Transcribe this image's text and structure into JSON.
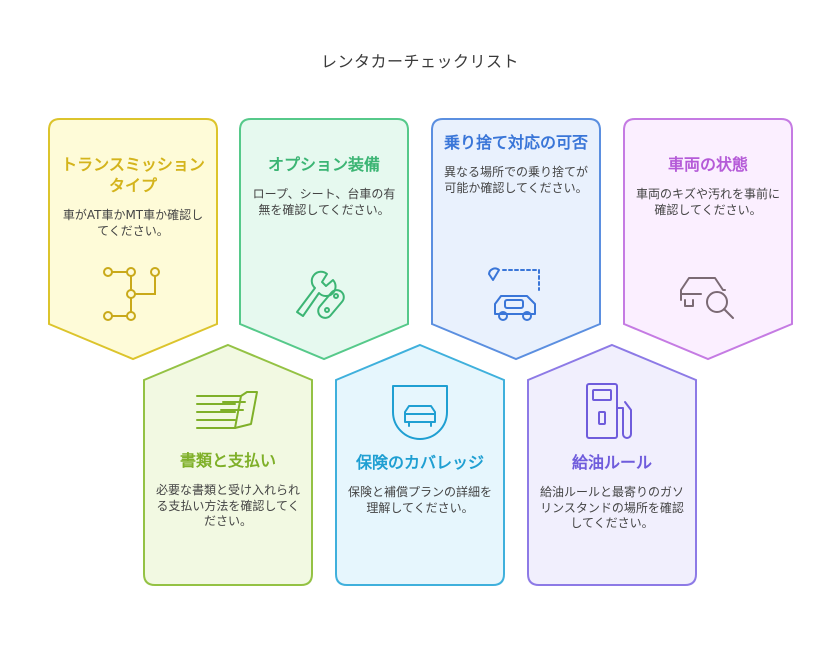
{
  "title": "レンタカーチェックリスト",
  "cards": [
    {
      "title": "トランスミッションタイプ",
      "desc": "車がAT車かMT車か確認してください。",
      "icon": "transmission-icon",
      "color": "#dcc42c",
      "fill": "#fefbd8",
      "title_color": "#d4b41c"
    },
    {
      "title": "オプション装備",
      "desc": "ロープ、シート、台車の有無を確認してください。",
      "icon": "wrench-icon",
      "color": "#56c98a",
      "fill": "#e6f9ef",
      "title_color": "#3cb574"
    },
    {
      "title": "乗り捨て対応の可否",
      "desc": "異なる場所での乗り捨てが可能か確認してください。",
      "icon": "self-driving-car-icon",
      "color": "#5b8fe0",
      "fill": "#e9f1fd",
      "title_color": "#3a76d8"
    },
    {
      "title": "車両の状態",
      "desc": "車両のキズや汚れを事前に確認してください。",
      "icon": "car-inspection-icon",
      "color": "#c57be3",
      "fill": "#fbefff",
      "title_color": "#b55bd8"
    },
    {
      "title": "書類と支払い",
      "desc": "必要な書類と受け入れられる支払い方法を確認してください。",
      "icon": "money-stack-icon",
      "color": "#94c244",
      "fill": "#f2f9e2",
      "title_color": "#7fb029"
    },
    {
      "title": "保険のカバレッジ",
      "desc": "保険と補償プランの詳細を理解してください。",
      "icon": "car-shield-icon",
      "color": "#3fb0dc",
      "fill": "#e6f6fd",
      "title_color": "#1f9fd2"
    },
    {
      "title": "給油ルール",
      "desc": "給油ルールと最寄りのガソリンスタンドの場所を確認してください。",
      "icon": "fuel-pump-icon",
      "color": "#8d7ae6",
      "fill": "#f1effd",
      "title_color": "#6f5cdc"
    }
  ]
}
